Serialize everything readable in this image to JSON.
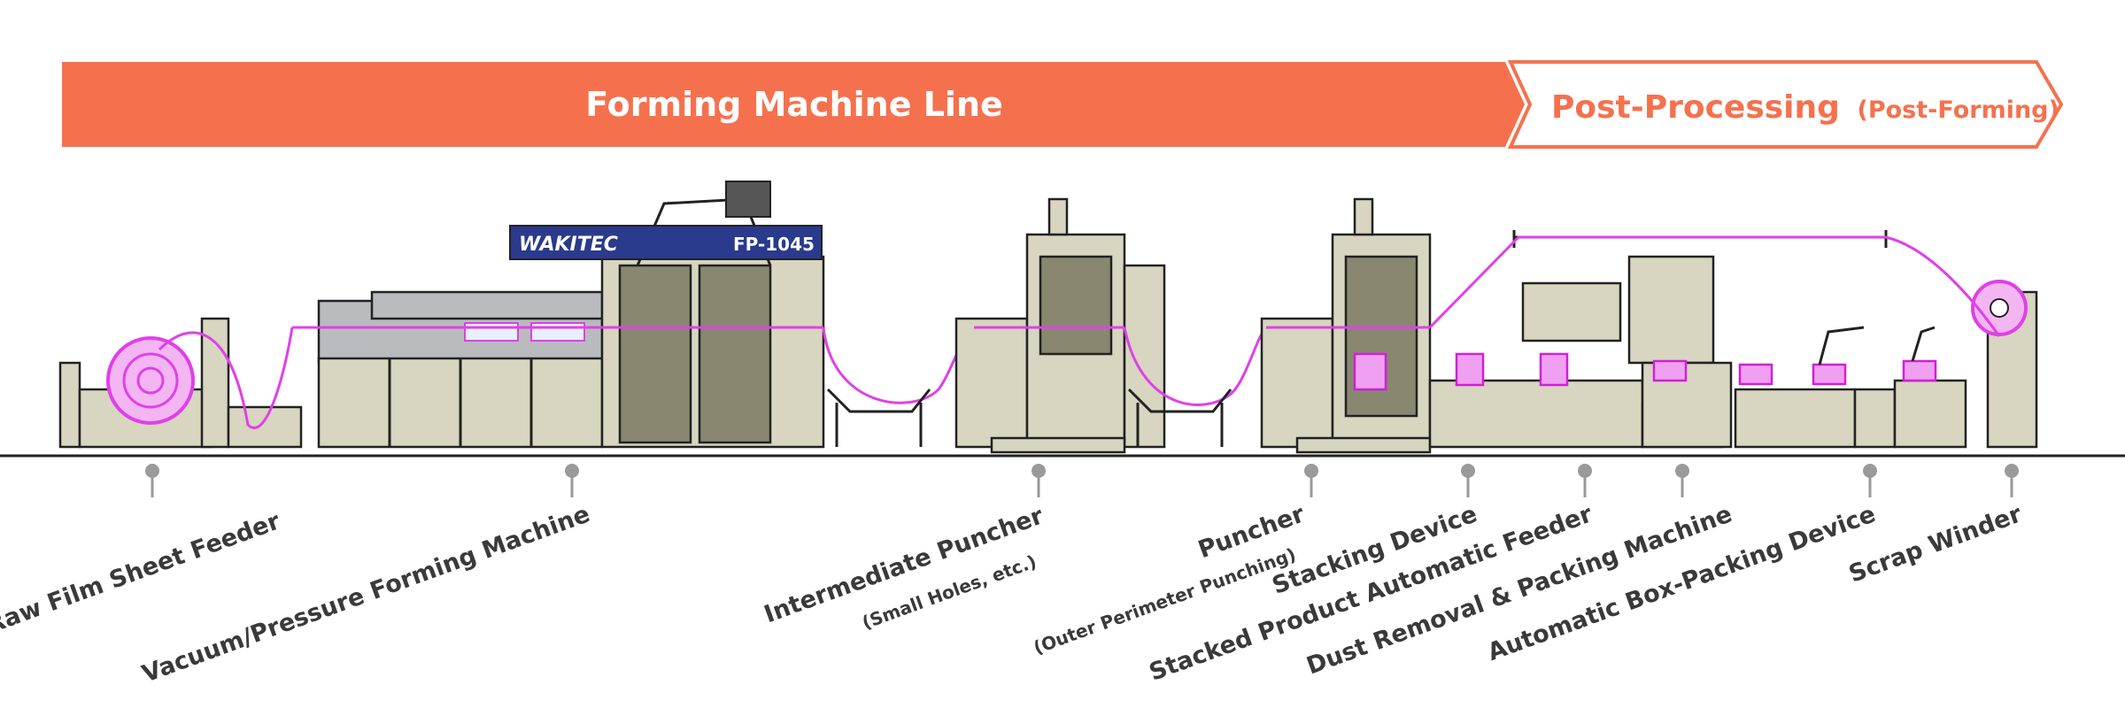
{
  "header": {
    "forming_line": "Forming Machine Line",
    "post_processing": "Post-Processing",
    "post_processing_sub": "(Post-Forming)"
  },
  "brand": {
    "name": "WAKITEC",
    "model": "FP-1045"
  },
  "colors": {
    "banner": "#f5714e",
    "film": "#e040e8",
    "machine": "#d8d5c0"
  },
  "stations": [
    {
      "id": "raw-film-sheet-feeder",
      "label": "Raw Film Sheet Feeder",
      "sub": ""
    },
    {
      "id": "vacuum-pressure-forming-machine",
      "label": "Vacuum/Pressure Forming Machine",
      "sub": ""
    },
    {
      "id": "intermediate-puncher",
      "label": "Intermediate Puncher",
      "sub": "(Small Holes, etc.)"
    },
    {
      "id": "puncher",
      "label": "Puncher",
      "sub": "(Outer Perimeter Punching)"
    },
    {
      "id": "stacking-device",
      "label": "Stacking Device",
      "sub": ""
    },
    {
      "id": "stacked-product-automatic-feeder",
      "label": "Stacked Product Automatic Feeder",
      "sub": ""
    },
    {
      "id": "dust-removal-packing-machine",
      "label": "Dust Removal & Packing Machine",
      "sub": ""
    },
    {
      "id": "automatic-box-packing-device",
      "label": "Automatic Box-Packing Device",
      "sub": ""
    },
    {
      "id": "scrap-winder",
      "label": "Scrap Winder",
      "sub": ""
    }
  ]
}
